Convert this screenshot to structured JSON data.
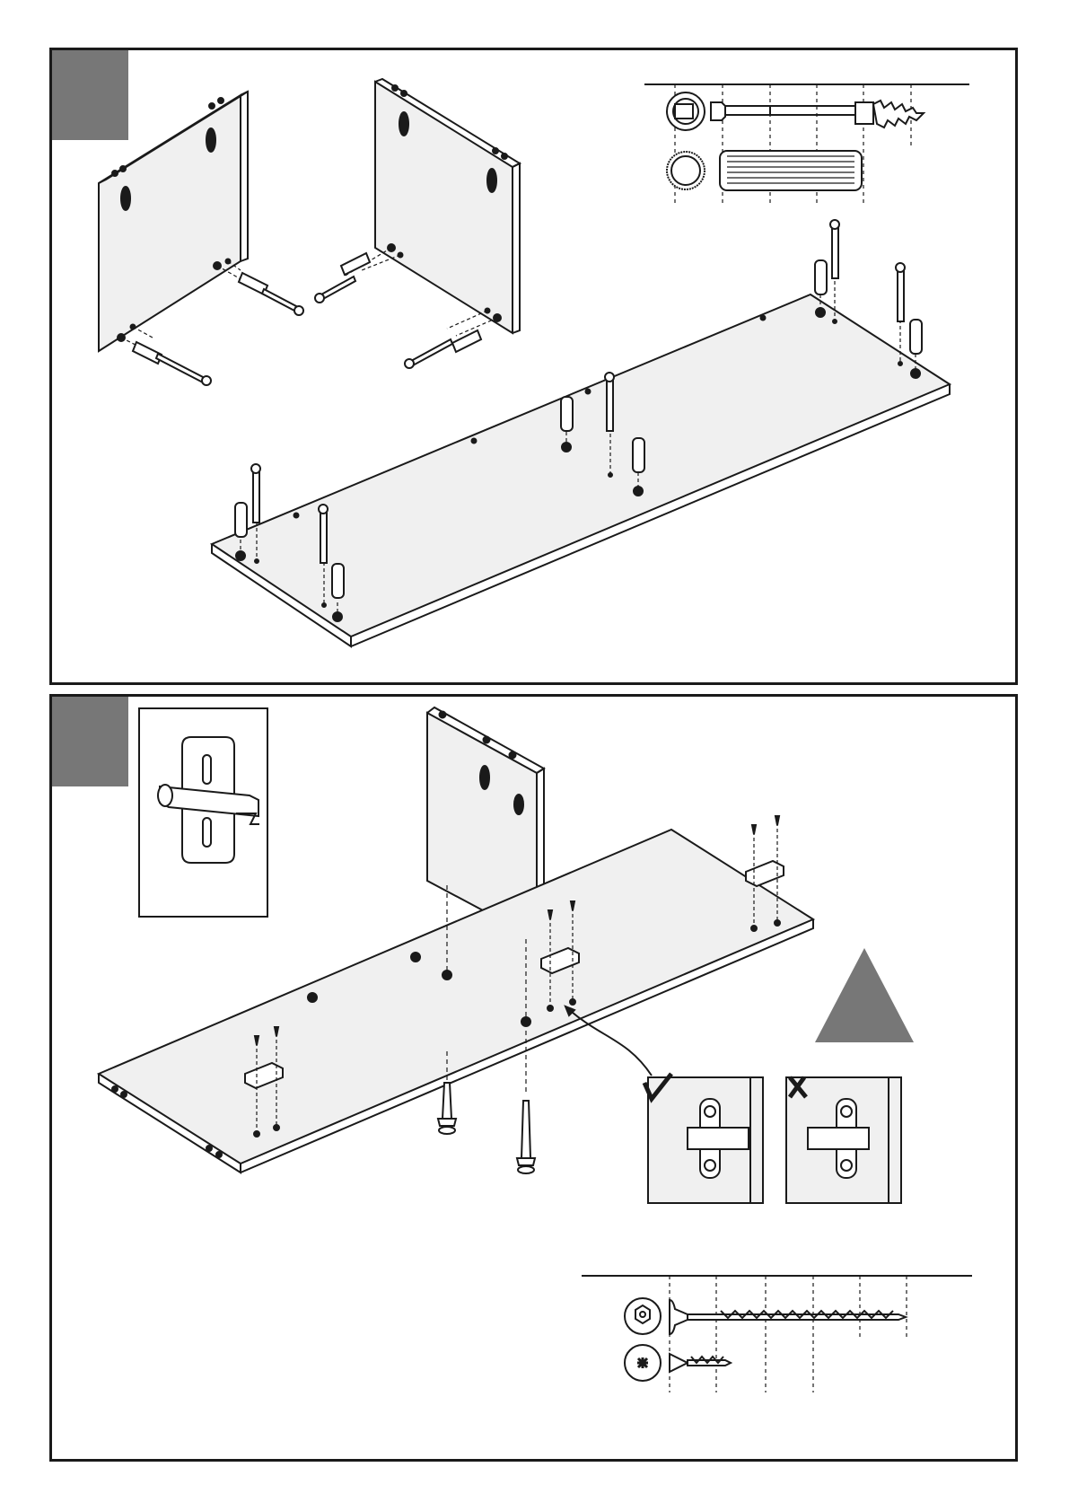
{
  "page": {
    "background": "#ffffff"
  },
  "colors": {
    "line": "#1a1a1a",
    "panel_fill": "#f0f0f0",
    "step_fill": "#777777",
    "warning_fill": "#777777"
  },
  "steps": [
    {
      "number": "",
      "parts": [
        "cam-bolt-icon",
        "wooden-dowel-icon"
      ],
      "boards": [
        "left-side-panel",
        "right-side-panel",
        "bottom-shelf"
      ]
    },
    {
      "number": "",
      "parts": [
        "hex-screw-icon",
        "pozi-screw-icon"
      ],
      "boards": [
        "divider-panel",
        "shelf",
        "mounting-plate"
      ],
      "warning": {
        "icon": "warning-triangle-icon"
      },
      "orientation": [
        {
          "icon": "check-mark-icon",
          "meaning": "correct"
        },
        {
          "icon": "cross-mark-icon",
          "meaning": "incorrect"
        }
      ]
    }
  ]
}
